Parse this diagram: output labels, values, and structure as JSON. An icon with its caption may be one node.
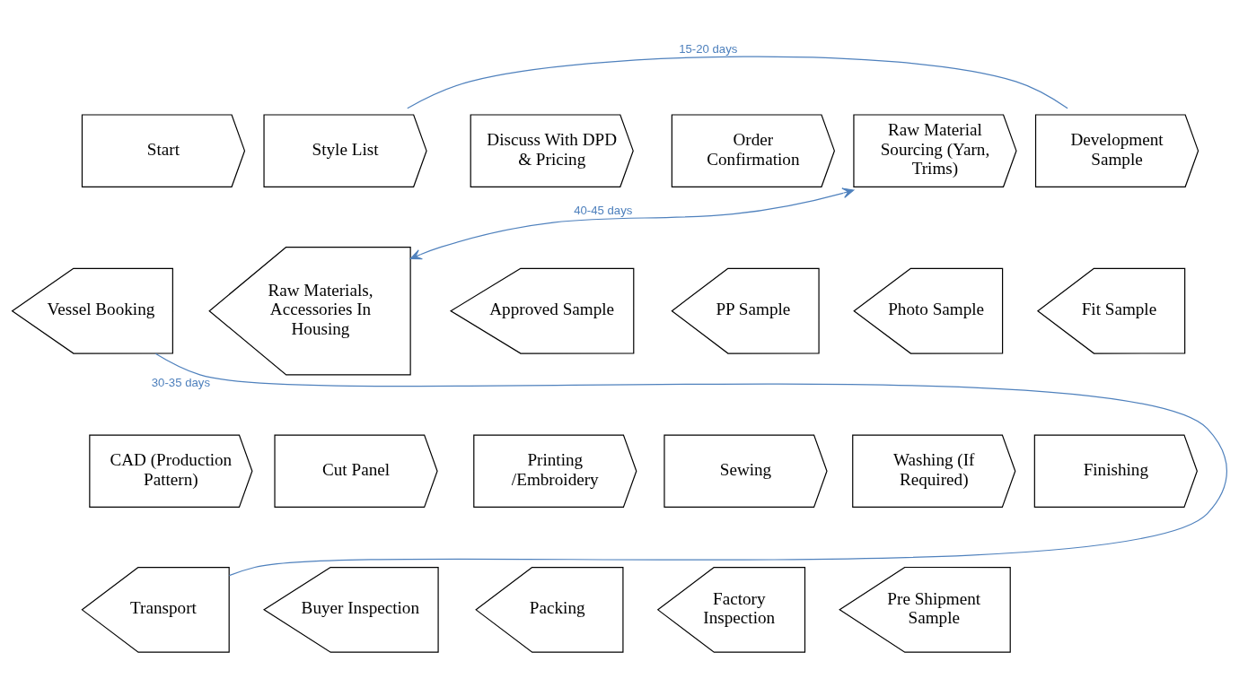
{
  "diagram": {
    "nodes": [
      {
        "text": [
          "Start"
        ]
      },
      {
        "text": [
          "Style List"
        ]
      },
      {
        "text": [
          "Discuss With DPD & Pricing"
        ]
      },
      {
        "text": [
          "Order Confirmation"
        ]
      },
      {
        "text": [
          "Raw Material Sourcing (Yarn, Trims)"
        ]
      },
      {
        "text": [
          "Development Sample"
        ]
      },
      {
        "text": [
          "Vessel Booking"
        ]
      },
      {
        "text": [
          "Raw Materials, Accessories In Housing"
        ]
      },
      {
        "text": [
          "Approved Sample"
        ]
      },
      {
        "text": [
          "PP Sample"
        ]
      },
      {
        "text": [
          "Photo Sample"
        ]
      },
      {
        "text": [
          "Fit Sample"
        ]
      },
      {
        "text": [
          "CAD (Production Pattern)"
        ]
      },
      {
        "text": [
          "Cut Panel"
        ]
      },
      {
        "text": [
          "Printing /Embroidery"
        ]
      },
      {
        "text": [
          "Sewing"
        ]
      },
      {
        "text": [
          "Washing (If Required)"
        ]
      },
      {
        "text": [
          "Finishing"
        ]
      },
      {
        "text": [
          "Transport"
        ]
      },
      {
        "text": [
          "Buyer Inspection"
        ]
      },
      {
        "text": [
          "Packing"
        ]
      },
      {
        "text": [
          "Factory Inspection"
        ]
      },
      {
        "text": [
          "Pre Shipment Sample"
        ]
      }
    ],
    "edges": [
      {
        "from": 1,
        "to": 5,
        "arrow": "none",
        "label": "15-20 days"
      },
      {
        "from": 4,
        "to": 7,
        "arrow": "both",
        "label": "40-45 days"
      },
      {
        "from": 6,
        "to": 18,
        "arrow": "none",
        "label": "30-35 days"
      }
    ]
  }
}
